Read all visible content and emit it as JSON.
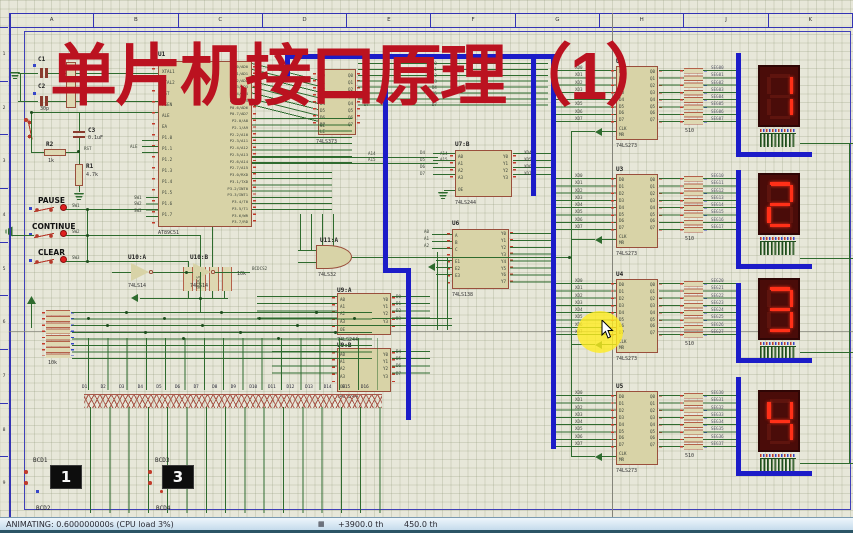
{
  "window": {
    "title_overlay": "单片机接口原理（1）",
    "status_left": "ANIMATING: 0.600000000s (CPU load 3%)",
    "coord_icon": "▦",
    "coord_x": "+3900.0 th",
    "coord_y": "450.0 th"
  },
  "rulers": {
    "columns": [
      "A",
      "B",
      "C",
      "D",
      "E",
      "F",
      "G",
      "H",
      "J",
      "K"
    ],
    "rows": [
      "1",
      "2",
      "3",
      "4",
      "5",
      "6",
      "7",
      "8",
      "9"
    ]
  },
  "colors": {
    "bus_blue": "#1c1cc8",
    "wire_green": "#2e6b2e",
    "title_red": "#bb1220",
    "segment_on": "#ff3018"
  },
  "mcu": {
    "ref": "U1",
    "type": "AT89C51",
    "pins_left": [
      "XTAL1",
      "XTAL2",
      "RST",
      "PSEN",
      "ALE",
      "EA",
      "P1.0",
      "P1.1",
      "P1.2",
      "P1.3",
      "P1.4",
      "P1.5",
      "P1.6",
      "P1.7"
    ],
    "pins_right": [
      "P0.0/AD0",
      "P0.1/AD1",
      "P0.2/AD2",
      "P0.3/AD3",
      "P0.4/AD4",
      "P0.5/AD5",
      "P0.6/AD6",
      "P0.7/AD7",
      "P2.0/A8",
      "P2.1/A9",
      "P2.2/A10",
      "P2.3/A11",
      "P2.4/A12",
      "P2.5/A13",
      "P2.6/A14",
      "P2.7/A15",
      "P3.0/RXD",
      "P3.1/TXD",
      "P3.2/INT0",
      "P3.3/INT1",
      "P3.4/T0",
      "P3.5/T1",
      "P3.6/WR",
      "P3.7/RD"
    ]
  },
  "latch": {
    "ref": "",
    "type": "74LS373",
    "pins_left": [
      "D0",
      "D1",
      "D2",
      "D3",
      "D4",
      "D5",
      "D6",
      "D7"
    ],
    "pins_right": [
      "Q0",
      "Q1",
      "Q2",
      "Q3",
      "Q4",
      "Q5",
      "Q6",
      "Q7"
    ],
    "ctrl": [
      "OE",
      "LE"
    ]
  },
  "u7b": {
    "ref": "U7:B",
    "type": "74LS244",
    "pins_left": [
      "A0",
      "A1",
      "A2",
      "A3"
    ],
    "pins_right": [
      "Y0",
      "Y1",
      "Y2",
      "Y3"
    ],
    "ctrl": "OE",
    "in_nets": [
      "D4",
      "D5",
      "D6",
      "D7"
    ],
    "out_nets": [
      "XD4",
      "XD5",
      "XD6",
      "XD7"
    ]
  },
  "u6": {
    "ref": "U6",
    "type": "74LS138",
    "pins_left": [
      "A",
      "B",
      "C"
    ],
    "pins_en": [
      "E1",
      "E2",
      "E3"
    ],
    "pins_right": [
      "Y0",
      "Y1",
      "Y2",
      "Y3",
      "Y4",
      "Y5",
      "Y6",
      "Y7"
    ],
    "in_nets": [
      "A0",
      "A1",
      "A2"
    ]
  },
  "u9a": {
    "ref": "U9:A",
    "type": "74LS244",
    "pins_left": [
      "A0",
      "A1",
      "A2",
      "A3"
    ],
    "pins_right": [
      "Y0",
      "Y1",
      "Y2",
      "Y3"
    ],
    "ctrl": "OE",
    "out_nets": [
      "D0",
      "D1",
      "D2",
      "D3"
    ]
  },
  "u9b": {
    "ref": "U9:B",
    "type": "74LS244",
    "pins_left": [
      "A0",
      "A1",
      "A2",
      "A3"
    ],
    "pins_right": [
      "Y0",
      "Y1",
      "Y2",
      "Y3"
    ],
    "ctrl": "OE",
    "out_nets": [
      "D4",
      "D5",
      "D6",
      "D7"
    ]
  },
  "u10a": {
    "ref": "U10:A",
    "type": "74LS14"
  },
  "u10b": {
    "ref": "U10:B",
    "type": "74LS14",
    "out_net": "BCDCS2"
  },
  "u11a": {
    "ref": "U11:A",
    "type": "74LS32"
  },
  "stage_common": {
    "in_nets": [
      "XD0",
      "XD1",
      "XD2",
      "XD3",
      "XD4",
      "XD5",
      "XD6",
      "XD7"
    ],
    "pins_left": [
      "D0",
      "D1",
      "D2",
      "D3",
      "D4",
      "D5",
      "D6",
      "D7"
    ],
    "pins_right": [
      "Q0",
      "Q1",
      "Q2",
      "Q3",
      "Q4",
      "Q5",
      "Q6",
      "Q7"
    ],
    "ctrl": [
      "CLK",
      "MR"
    ]
  },
  "stages": [
    {
      "ref": "U2",
      "type": "74LS273",
      "pack": "510",
      "display": "1",
      "seg_nets": [
        "SEG00",
        "SEG01",
        "SEG02",
        "SEG03",
        "SEG04",
        "SEG05",
        "SEG06",
        "SEG07"
      ]
    },
    {
      "ref": "U3",
      "type": "74LS273",
      "pack": "510",
      "display": "2",
      "seg_nets": [
        "SEG10",
        "SEG11",
        "SEG12",
        "SEG13",
        "SEG14",
        "SEG15",
        "SEG16",
        "SEG17"
      ]
    },
    {
      "ref": "U4",
      "type": "74LS273",
      "pack": "510",
      "display": "3",
      "seg_nets": [
        "SEG20",
        "SEG21",
        "SEG22",
        "SEG23",
        "SEG24",
        "SEG25",
        "SEG26",
        "SEG27"
      ]
    },
    {
      "ref": "U5",
      "type": "74LS273",
      "pack": "510",
      "display": "4",
      "seg_nets": [
        "SEG30",
        "SEG31",
        "SEG32",
        "SEG33",
        "SEG34",
        "SEG35",
        "SEG36",
        "SEG37"
      ]
    }
  ],
  "passives": {
    "c1": "C1",
    "c2": "C2",
    "c2_val": "30p",
    "c3": "C3",
    "c3_val": "0.1uF",
    "r1": "R1",
    "r1_val": "4.7k",
    "r2": "R2",
    "r2_val": "1k",
    "rst": "RST",
    "pack_left_val": "10k",
    "pack_btn_val": "10k",
    "ale": "ALE"
  },
  "buttons": [
    {
      "label": "PAUSE",
      "sw": "SW1"
    },
    {
      "label": "CONTINUE",
      "sw": "SW2"
    },
    {
      "label": "CLEAR",
      "sw": "SW3"
    }
  ],
  "misc": {
    "sw": [
      "SW1",
      "SW2",
      "SW3"
    ],
    "bcdcs": "BCDCS",
    "bcdcs2": "BCDCS2"
  },
  "addr_nets": [
    "A14",
    "A15"
  ],
  "d_bus_nets": [
    "D0",
    "D1",
    "D2",
    "D3",
    "D4",
    "D5",
    "D6",
    "D7"
  ],
  "diodes": [
    "D1",
    "D2",
    "D3",
    "D4",
    "D5",
    "D6",
    "D7",
    "D8",
    "D9",
    "D10",
    "D11",
    "D12",
    "D13",
    "D14",
    "D15",
    "D16"
  ],
  "bcd": [
    {
      "label": "BCD1",
      "value": "1"
    },
    {
      "label": "BCD3",
      "value": "3"
    },
    {
      "label": "BCD2",
      "value": ""
    },
    {
      "label": "BCD4",
      "value": ""
    }
  ]
}
